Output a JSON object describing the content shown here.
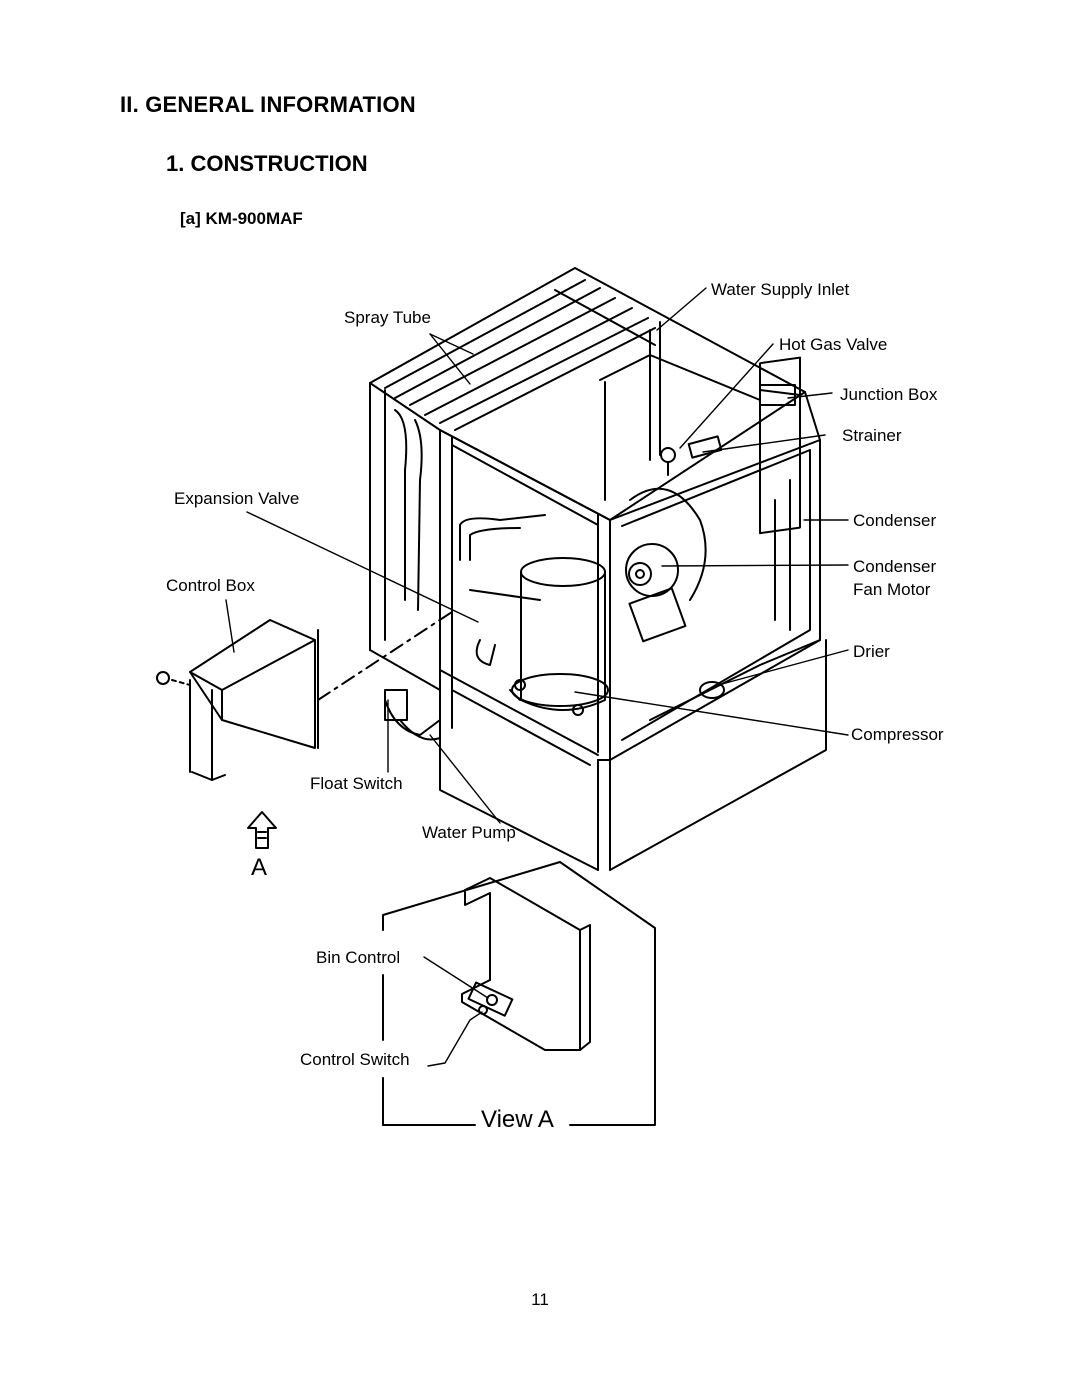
{
  "section_heading": "II. GENERAL INFORMATION",
  "subsection_heading": "1. CONSTRUCTION",
  "model_heading": "[a] KM-900MAF",
  "labels": {
    "water_supply_inlet": "Water Supply Inlet",
    "spray_tube": "Spray Tube",
    "hot_gas_valve": "Hot Gas Valve",
    "junction_box": "Junction Box",
    "strainer": "Strainer",
    "expansion_valve": "Expansion Valve",
    "condenser": "Condenser",
    "condenser_fan_motor_1": "Condenser",
    "condenser_fan_motor_2": "Fan Motor",
    "control_box": "Control Box",
    "drier": "Drier",
    "compressor": "Compressor",
    "float_switch": "Float Switch",
    "water_pump": "Water Pump",
    "view_marker": "A",
    "bin_control": "Bin Control",
    "control_switch": "Control Switch",
    "view_a": "View A"
  },
  "page_number": "11"
}
